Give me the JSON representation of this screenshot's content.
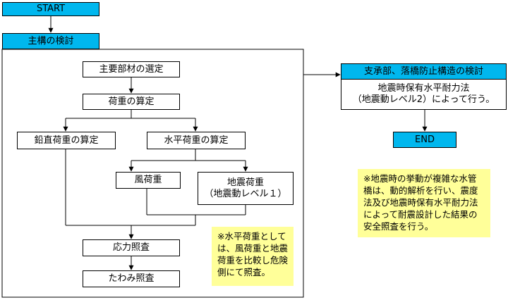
{
  "start": "START",
  "main_header": "主構の検討",
  "steps": {
    "member_selection": "主要部材の選定",
    "load_calc": "荷重の算定",
    "vertical_load": "鉛直荷重の算定",
    "horizontal_load": "水平荷重の算定",
    "wind_load": "風荷重",
    "seismic_load_line1": "地震荷重",
    "seismic_load_line2": "（地震動レベル１）",
    "stress_check": "応力照査",
    "deflection_check": "たわみ照査"
  },
  "note_horizontal": "※水平荷重としては、風荷重と地震荷重を比較し危険側にて照査。",
  "bearing_header": "支承部、落橋防止構造の検討",
  "bearing_body_line1": "地震時保有水平耐力法",
  "bearing_body_line2": "（地震動レベル2）によって行う。",
  "end": "END",
  "note_seismic": "※地震時の挙動が複雑な水管橋は、動的解析を行い、震度法及び地震時保有水平耐力法によって耐震設計した結果の安全照査を行う。",
  "colors": {
    "header_fill": "#00b7ee",
    "note_fill": "#ffff99"
  }
}
